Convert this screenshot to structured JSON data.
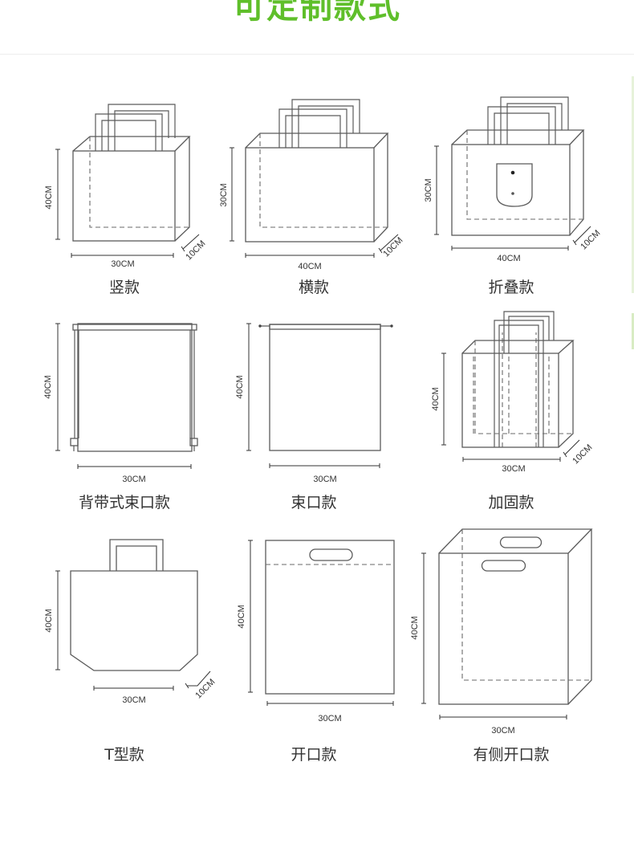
{
  "page": {
    "title": "可定制款式",
    "accent_color": "#5fbf2a"
  },
  "styles": [
    {
      "name": "竖款",
      "dims": [
        "40CM",
        "30CM",
        "10CM"
      ]
    },
    {
      "name": "横款",
      "dims": [
        "30CM",
        "40CM",
        "10CM"
      ]
    },
    {
      "name": "折叠款",
      "dims": [
        "30CM",
        "40CM",
        "10CM"
      ]
    },
    {
      "name": "背带式束口款",
      "dims": [
        "40CM",
        "30CM"
      ]
    },
    {
      "name": "束口款",
      "dims": [
        "40CM",
        "30CM"
      ]
    },
    {
      "name": "加固款",
      "dims": [
        "40CM",
        "30CM",
        "10CM"
      ]
    },
    {
      "name": "T型款",
      "dims": [
        "40CM",
        "30CM",
        "10CM"
      ]
    },
    {
      "name": "开口款",
      "dims": [
        "40CM",
        "30CM"
      ]
    },
    {
      "name": "有侧开口款",
      "dims": [
        "40CM",
        "30CM"
      ]
    }
  ]
}
